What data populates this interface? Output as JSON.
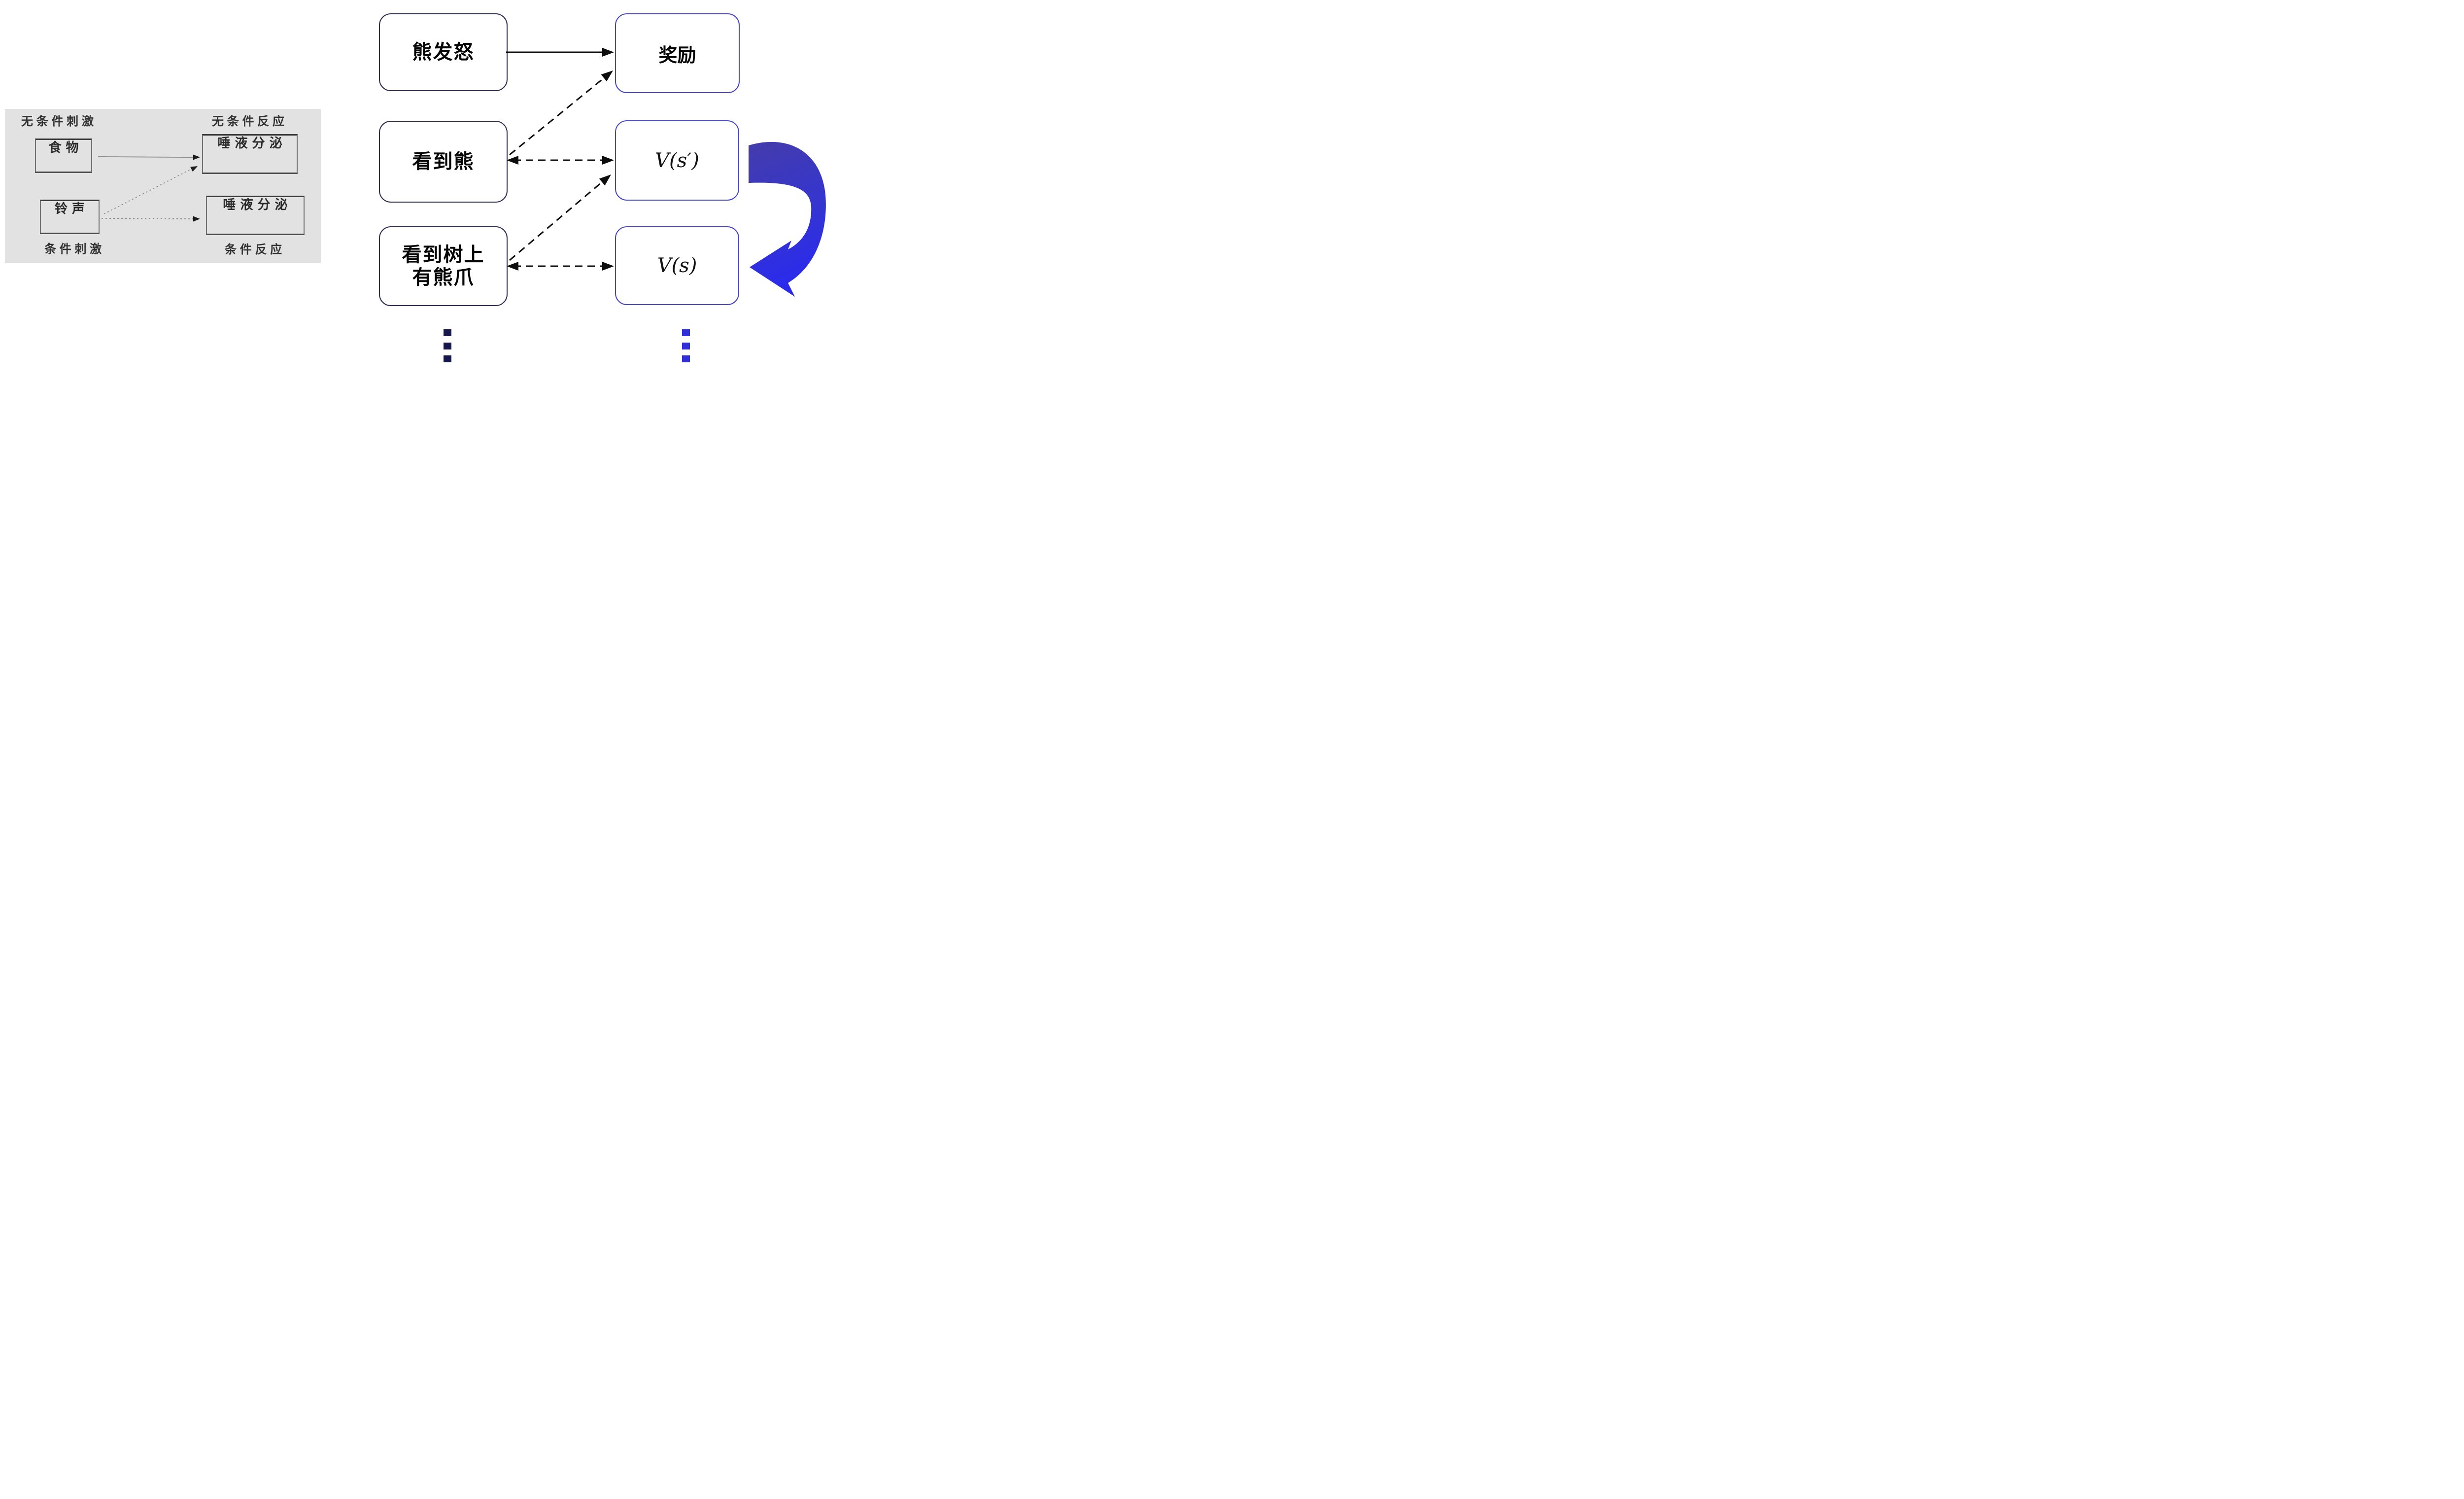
{
  "page": {
    "background": "#ffffff"
  },
  "left_panel": {
    "panel_bg": "#e2e2e2",
    "label_unconditioned_stimulus": "无条件刺激",
    "label_unconditioned_response": "无条件反应",
    "label_conditioned_stimulus": "条件刺激",
    "label_conditioned_response": "条件反应",
    "box_food": "食物",
    "box_salivation_top": "唾液分泌",
    "box_bell": "铃声",
    "box_salivation_bottom": "唾液分泌"
  },
  "right_diagram": {
    "row1": {
      "stimulus": "熊发怒",
      "target": "奖励"
    },
    "row2": {
      "stimulus": "看到熊",
      "target": "V(s′)"
    },
    "row3": {
      "stimulus_line1": "看到树上",
      "stimulus_line2": "有熊爪",
      "target": "V(s)"
    }
  },
  "icons": {
    "loop_arrow": "curved-feedback-arrow",
    "ellipsis_left": "vertical-ellipsis",
    "ellipsis_right": "vertical-ellipsis"
  },
  "colors": {
    "stimulus_box_border": "#2c2c54",
    "value_box_border": "#4545c4",
    "loop_arrow_top": "#443cab",
    "loop_arrow_bottom": "#2a2aee",
    "ellipsis_left": "#17174b",
    "ellipsis_right": "#3030d8",
    "panel_gray": "#e2e2e2",
    "arrow_black": "#0d0d0d",
    "panel_arrow_gray": "#6f6f6f"
  }
}
